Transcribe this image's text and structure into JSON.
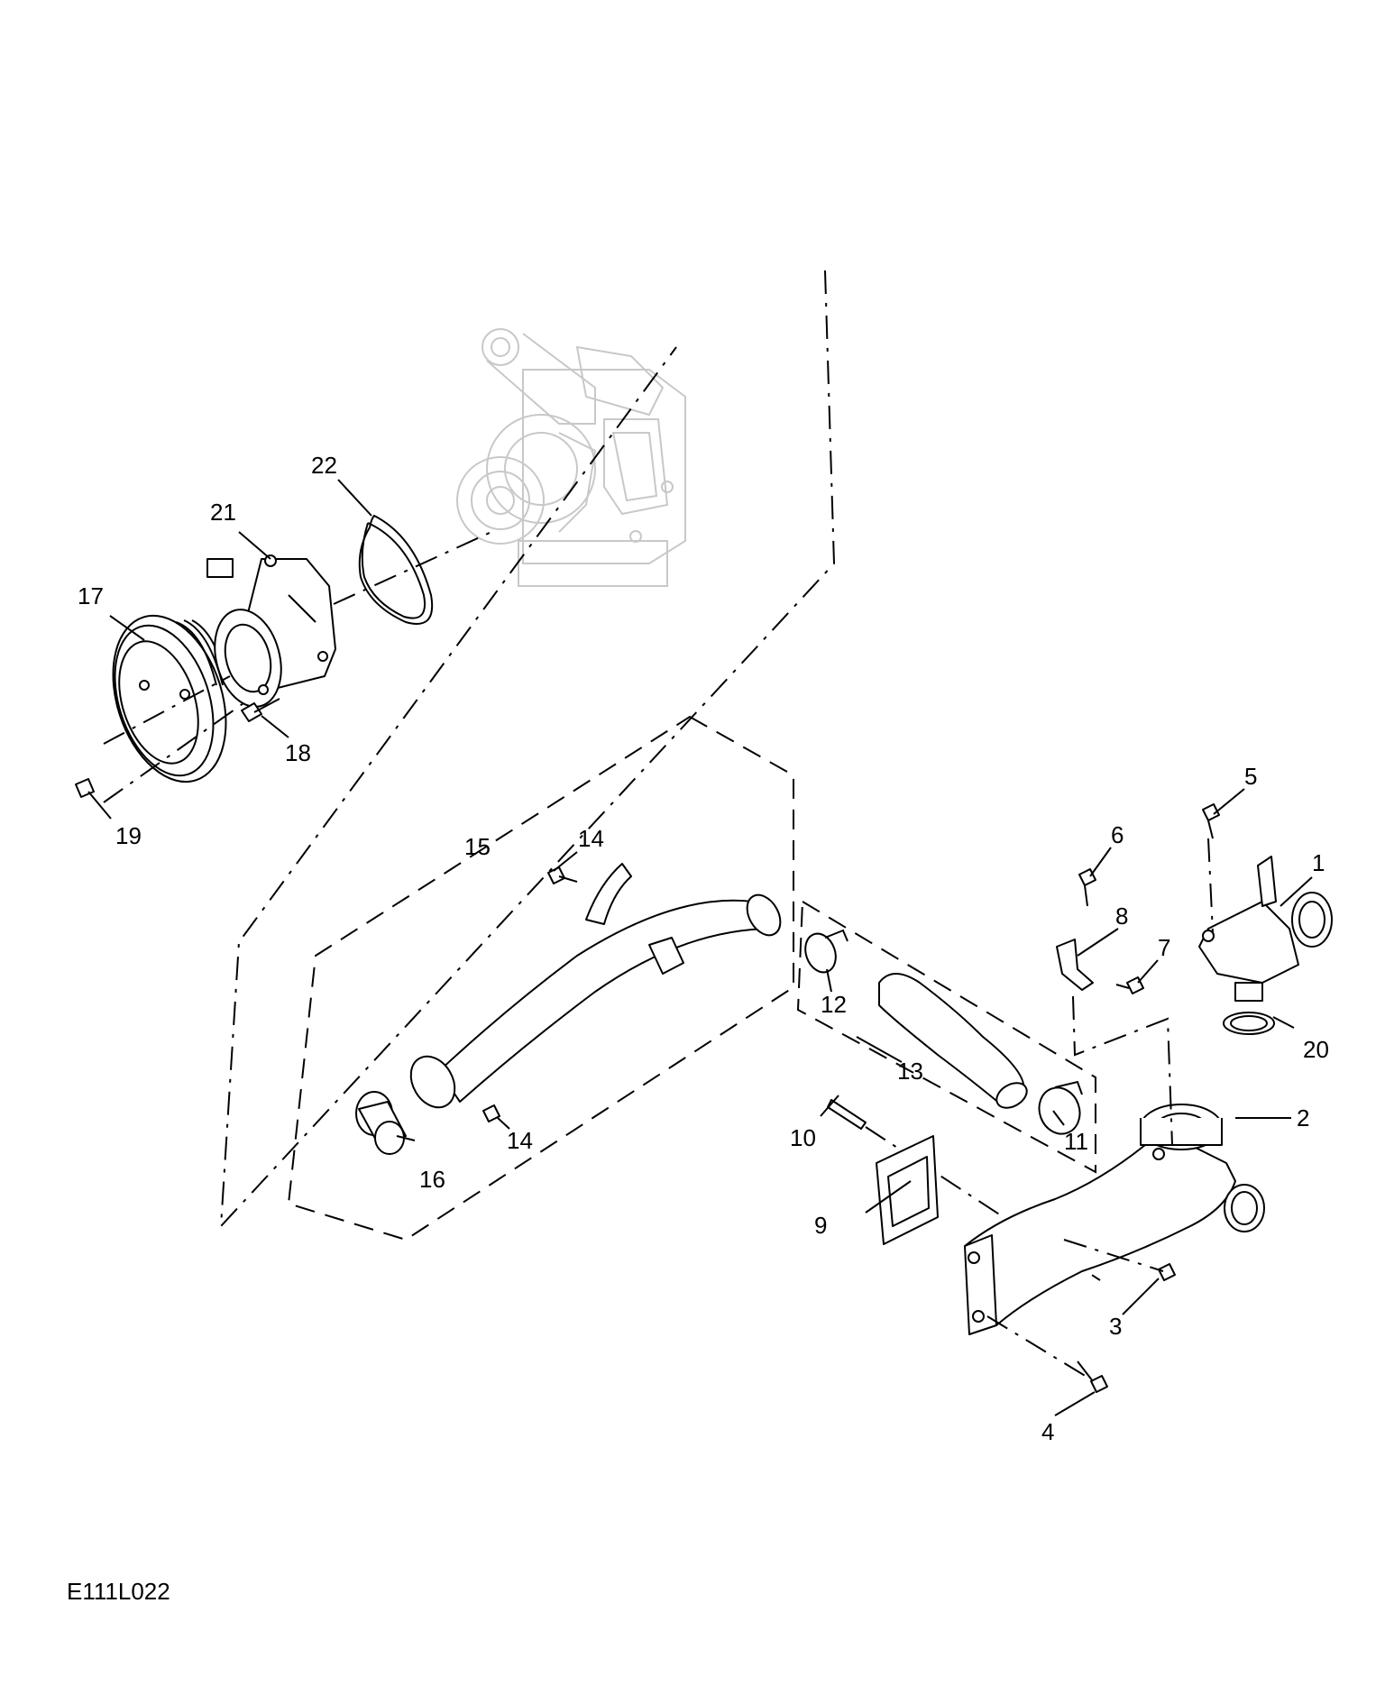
{
  "diagram_code": "E111L022",
  "callouts": [
    {
      "id": "1",
      "label": "1"
    },
    {
      "id": "2",
      "label": "2"
    },
    {
      "id": "3",
      "label": "3"
    },
    {
      "id": "4",
      "label": "4"
    },
    {
      "id": "5",
      "label": "5"
    },
    {
      "id": "6",
      "label": "6"
    },
    {
      "id": "7",
      "label": "7"
    },
    {
      "id": "8",
      "label": "8"
    },
    {
      "id": "9",
      "label": "9"
    },
    {
      "id": "10",
      "label": "10"
    },
    {
      "id": "11",
      "label": "11"
    },
    {
      "id": "12",
      "label": "12"
    },
    {
      "id": "13",
      "label": "13"
    },
    {
      "id": "14a",
      "label": "14"
    },
    {
      "id": "14b",
      "label": "14"
    },
    {
      "id": "15",
      "label": "15"
    },
    {
      "id": "16",
      "label": "16"
    },
    {
      "id": "17",
      "label": "17"
    },
    {
      "id": "18",
      "label": "18"
    },
    {
      "id": "19",
      "label": "19"
    },
    {
      "id": "20",
      "label": "20"
    },
    {
      "id": "21",
      "label": "21"
    },
    {
      "id": "22",
      "label": "22"
    }
  ]
}
